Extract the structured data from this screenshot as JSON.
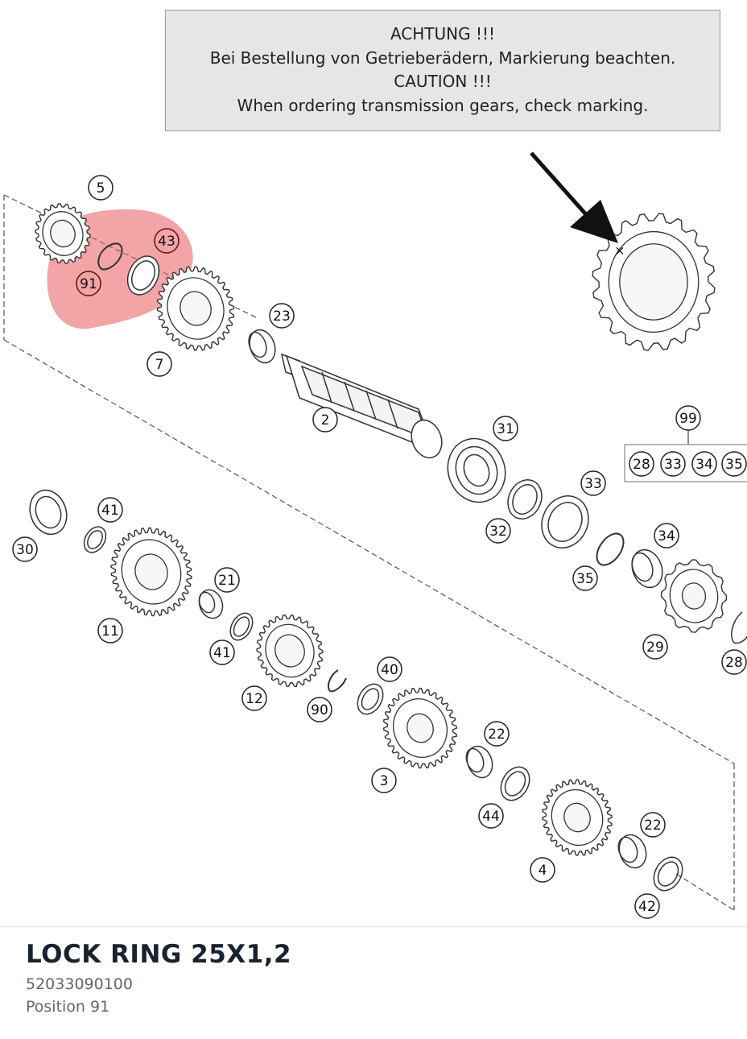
{
  "caution": {
    "line1": "ACHTUNG !!!",
    "line2": "Bei Bestellung von Getrieberädern, Markierung beachten.",
    "line3": "CAUTION !!!",
    "line4": "When ordering transmission gears, check marking."
  },
  "diagram": {
    "highlight_color": "#e8595f",
    "callouts": [
      "5",
      "43",
      "91",
      "7",
      "23",
      "2",
      "31",
      "99",
      "28",
      "33",
      "34",
      "35",
      "30",
      "41",
      "11",
      "21",
      "41",
      "12",
      "90",
      "40",
      "3",
      "22",
      "44",
      "4",
      "22",
      "42",
      "32",
      "33",
      "35",
      "34",
      "29",
      "28"
    ],
    "highlighted_callouts": [
      "43",
      "91"
    ],
    "kit_group": {
      "label": "99",
      "members": [
        "28",
        "33",
        "34",
        "35"
      ]
    }
  },
  "part": {
    "title": "LOCK RING 25X1,2",
    "number": "52033090100",
    "position": "Position 91"
  }
}
